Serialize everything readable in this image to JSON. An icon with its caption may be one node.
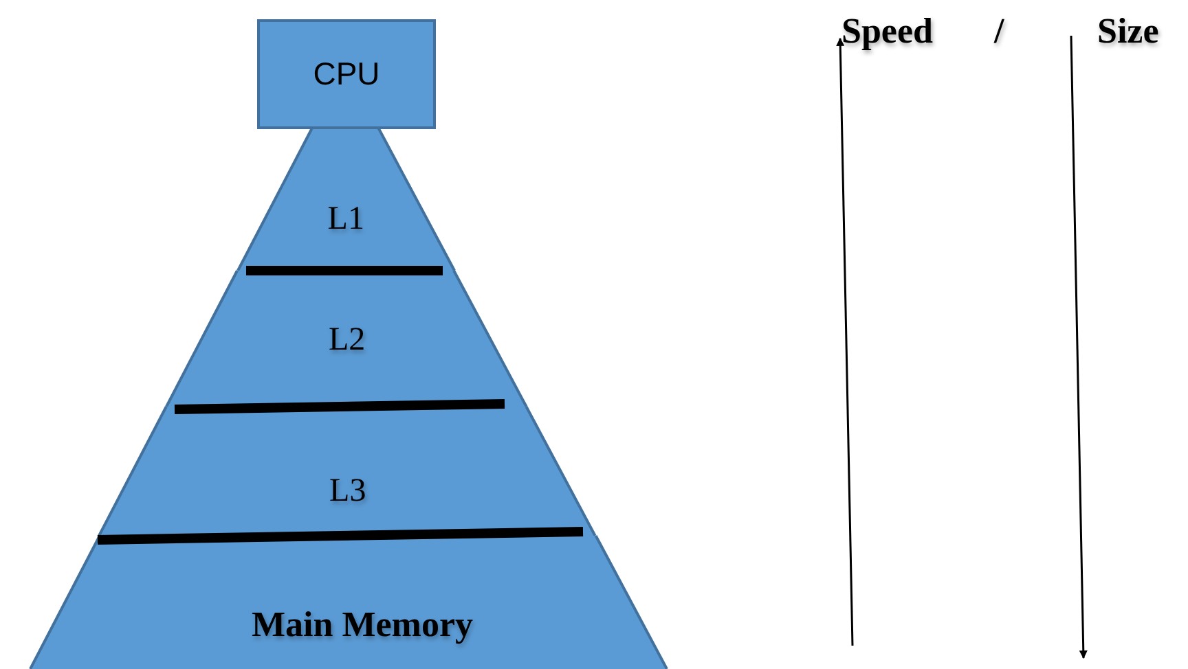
{
  "diagram": {
    "nodes": [
      {
        "text": [
          "CPU"
        ]
      },
      {
        "text": [
          "L1"
        ]
      },
      {
        "text": [
          "L2"
        ]
      },
      {
        "text": [
          "L3"
        ]
      },
      {
        "text": [
          "Main Memory"
        ]
      }
    ],
    "labels": [
      "Speed",
      "/",
      "Size"
    ]
  }
}
